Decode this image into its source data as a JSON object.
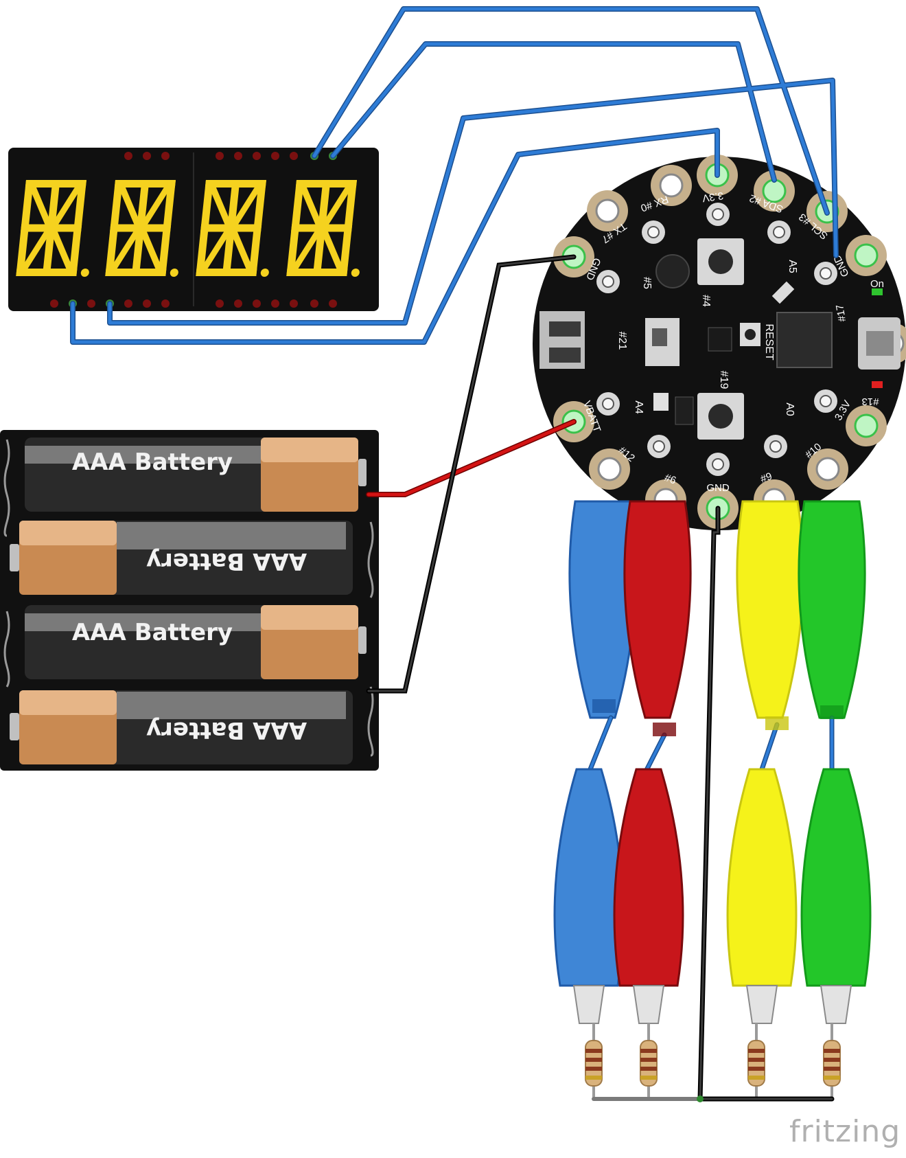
{
  "battery_pack": {
    "cells": [
      "AAA Battery",
      "AAA Battery",
      "AAA Battery",
      "AAA Battery"
    ]
  },
  "display": {
    "digits": 4,
    "segment_color": "#f5d21f"
  },
  "board": {
    "pins_top": [
      "RX #0",
      "3.3V",
      "SDA #2",
      "SCL #3",
      "GND"
    ],
    "pins_left": [
      "TX #7",
      "GND",
      "VBATT",
      "#12"
    ],
    "pins_bottom": [
      "#6",
      "GND",
      "#9",
      "#10"
    ],
    "pins_right": [
      "On",
      "#17",
      "#13",
      "3.3V"
    ],
    "labels": [
      "#5",
      "#4",
      "#21",
      "RESET",
      "#19",
      "A5",
      "A4",
      "A0"
    ]
  },
  "clips": [
    {
      "color": "#3f86d6"
    },
    {
      "color": "#c8161b"
    },
    {
      "color": "#f5f21a"
    },
    {
      "color": "#23c629"
    }
  ],
  "wire_colors": {
    "signal": "#2672c8",
    "power": "#d41414",
    "ground": "#1e1e1e"
  },
  "watermark": "fritzing"
}
